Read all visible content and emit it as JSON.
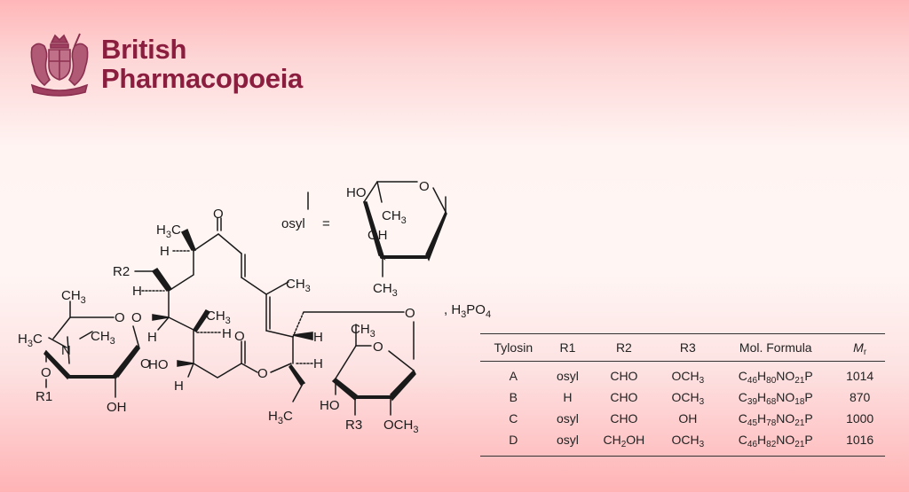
{
  "logo": {
    "line1": "British",
    "line2": "Pharmacopoeia",
    "brand_color": "#8b1e3f",
    "crest_icon": "royal-coat-of-arms-icon"
  },
  "structure": {
    "compound": "Tylosin phosphate",
    "salt_label": ", H3PO4",
    "osyl_definition_label": "osyl",
    "equals": "=",
    "labels": {
      "r1": "R1",
      "r2": "R2",
      "r3": "R3",
      "oh": "OH",
      "ho": "HO",
      "h": "H",
      "o": "O",
      "n": "N",
      "ch3": "CH3",
      "h3c": "H3C",
      "och3": "OCH3"
    }
  },
  "table": {
    "headers": [
      "Tylosin",
      "R1",
      "R2",
      "R3",
      "Mol. Formula",
      "Mr"
    ],
    "rows": [
      {
        "tylosin": "A",
        "r1": "osyl",
        "r2": "CHO",
        "r3": "OCH3",
        "formula": "C46H80NO21P",
        "mr": "1014"
      },
      {
        "tylosin": "B",
        "r1": "H",
        "r2": "CHO",
        "r3": "OCH3",
        "formula": "C39H68NO18P",
        "mr": "870"
      },
      {
        "tylosin": "C",
        "r1": "osyl",
        "r2": "CHO",
        "r3": "OH",
        "formula": "C45H78NO21P",
        "mr": "1000"
      },
      {
        "tylosin": "D",
        "r1": "osyl",
        "r2": "CH2OH",
        "r3": "OCH3",
        "formula": "C46H82NO21P",
        "mr": "1016"
      }
    ]
  }
}
